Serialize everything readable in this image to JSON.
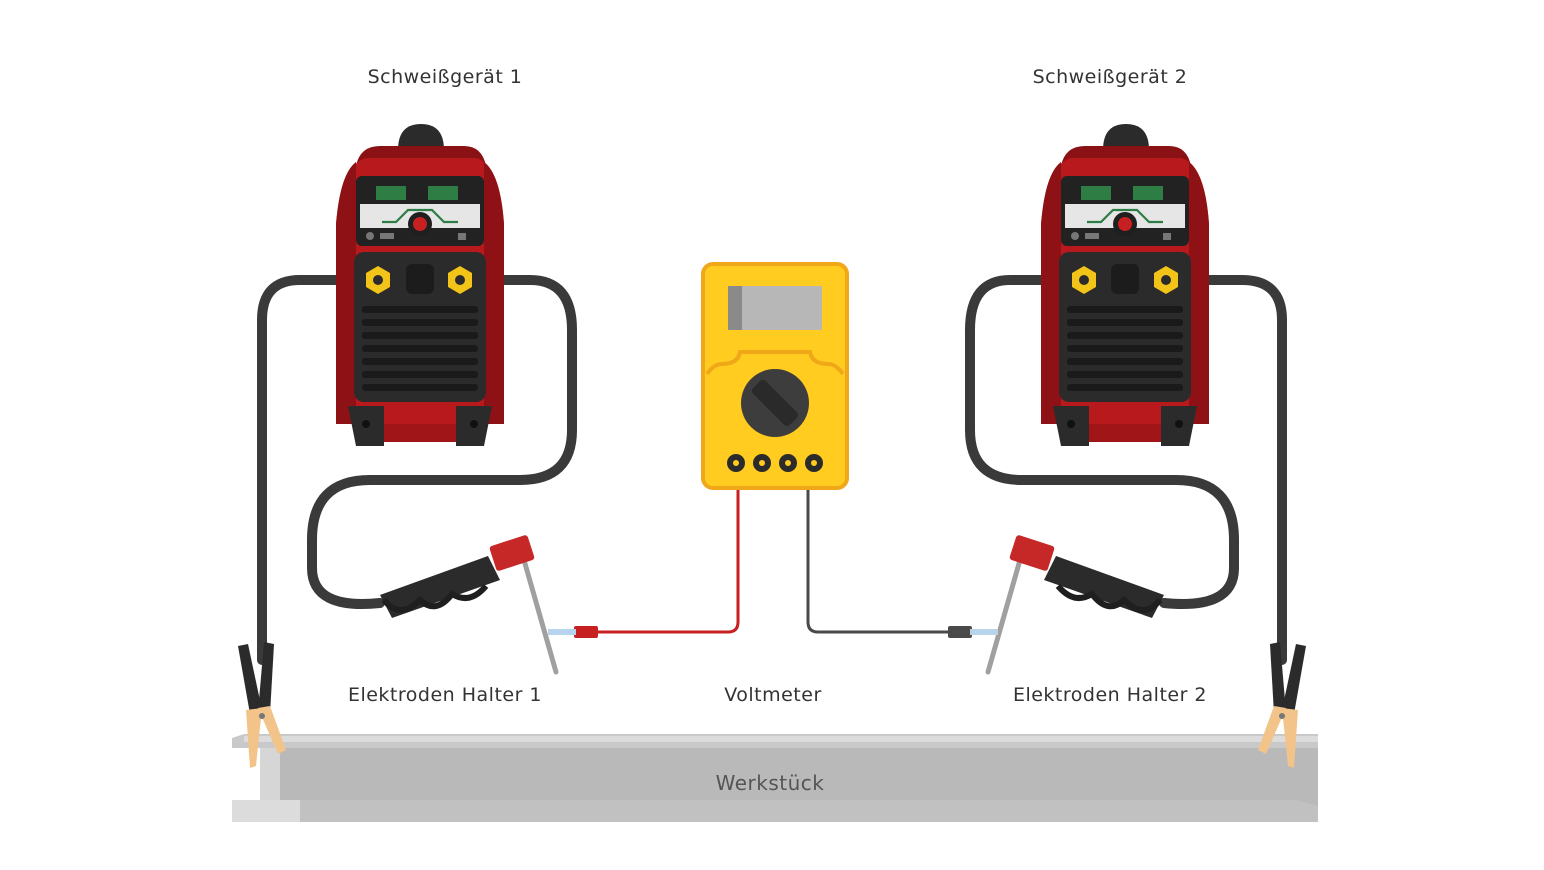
{
  "labels": {
    "welder1": "Schweißgerät 1",
    "welder2": "Schweißgerät 2",
    "holder1": "Elektroden Halter 1",
    "holder2": "Elektroden Halter 2",
    "voltmeter": "Voltmeter",
    "workpiece": "Werkstück"
  },
  "colors": {
    "welder_body": "#b8191c",
    "welder_dark": "#2b2b2b",
    "cable": "#3a3a3a",
    "connector": "#f2c318",
    "meter_body": "#ffcc1f",
    "meter_border": "#f0a818",
    "meter_display": "#b7b7b7",
    "probe_red": "#c62020",
    "probe_black": "#4a4a4a",
    "holder_tip": "#c62828",
    "clamp_jaw": "#f2c48a",
    "workpiece": "#c3c3c3"
  },
  "icons": {
    "welder": "welding-machine-icon",
    "meter": "multimeter-icon",
    "clamp": "ground-clamp-icon",
    "holder": "electrode-holder-icon"
  }
}
